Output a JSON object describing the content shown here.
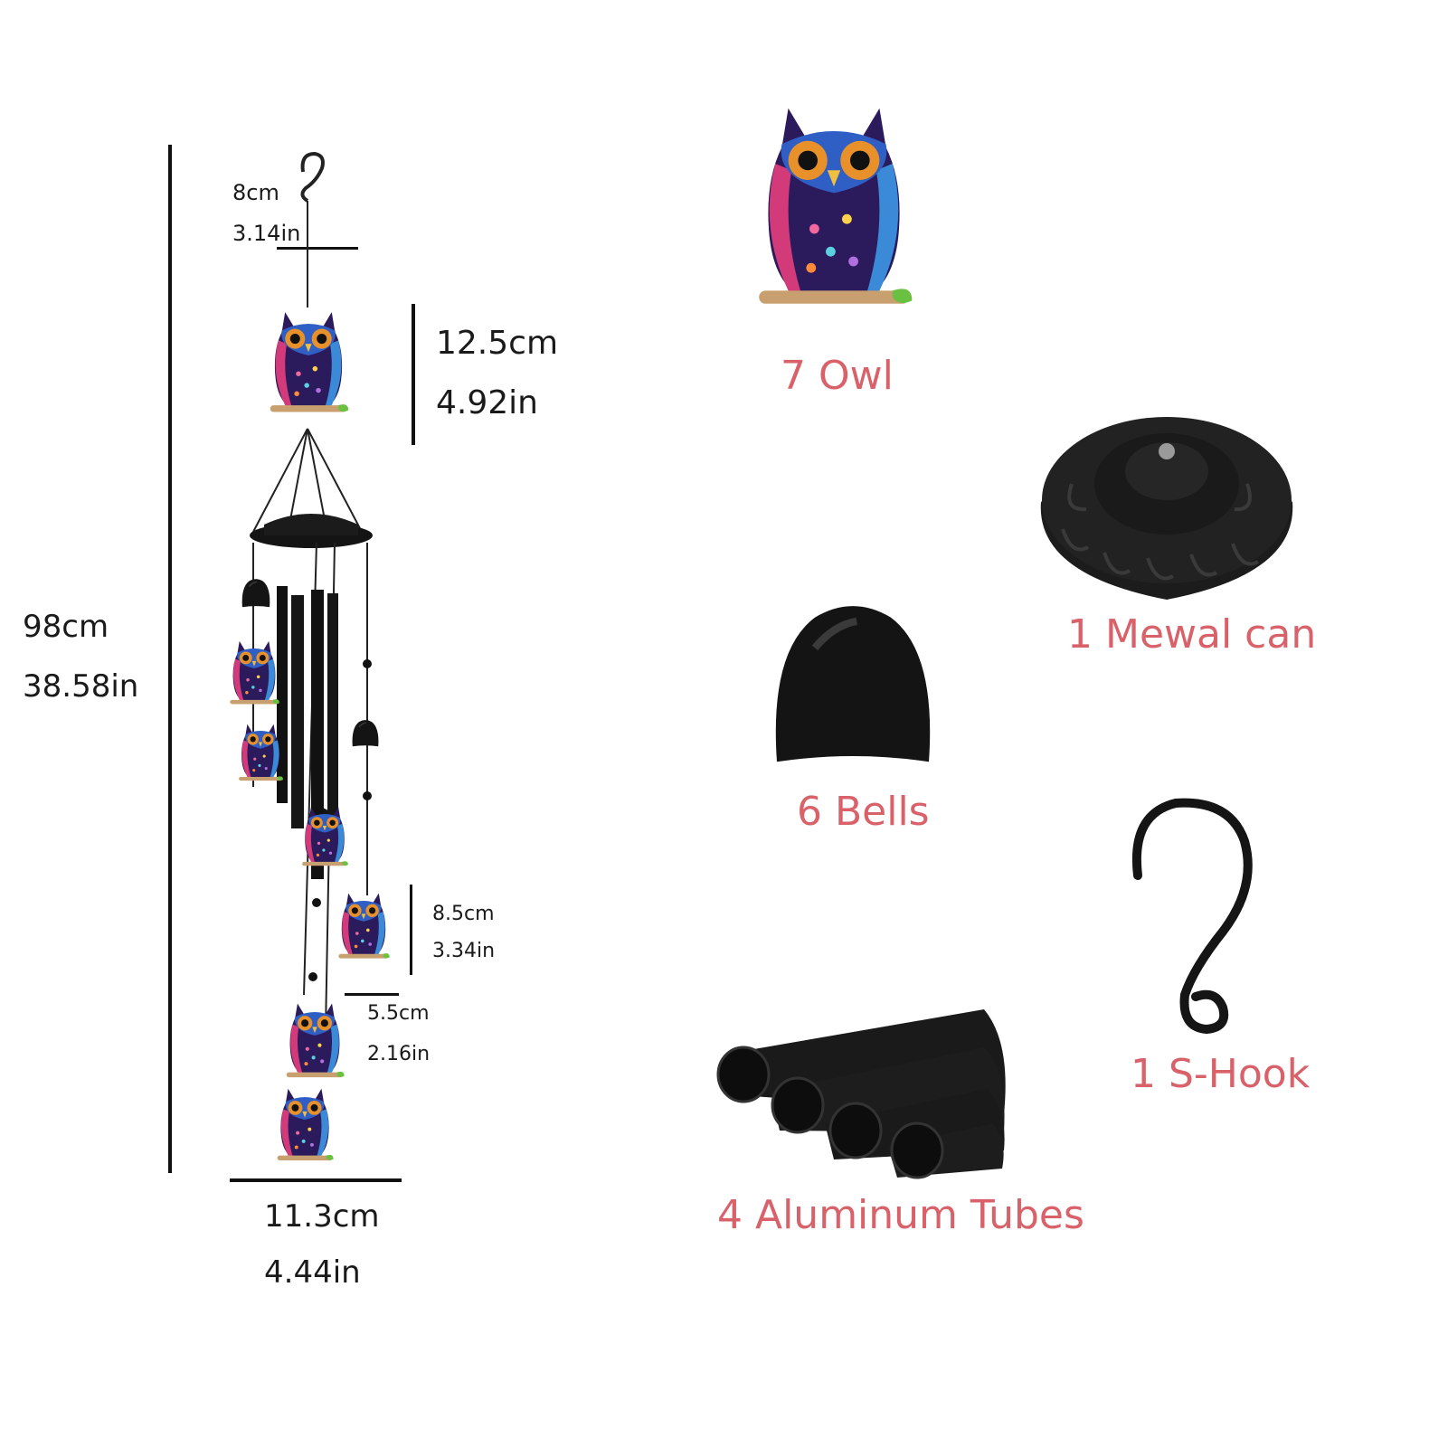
{
  "dimensions": {
    "hook": {
      "cm": "8cm",
      "in": "3.14in"
    },
    "top_owl": {
      "cm": "12.5cm",
      "in": "4.92in"
    },
    "total_length": {
      "cm": "98cm",
      "in": "38.58in"
    },
    "small_owl_height": {
      "cm": "8.5cm",
      "in": "3.34in"
    },
    "small_owl_width": {
      "cm": "5.5cm",
      "in": "2.16in"
    },
    "width": {
      "cm": "11.3cm",
      "in": "4.44in"
    }
  },
  "parts": {
    "owl": "7 Owl",
    "cap": "1 Mewal can",
    "bells": "6 Bells",
    "hook": "1 S-Hook",
    "tubes": "4 Aluminum Tubes"
  },
  "colors": {
    "label": "#d9616a",
    "metal": "#1b1b1b",
    "owl_blue": "#2f5fc4",
    "owl_purple": "#5a2a8a",
    "owl_orange": "#e8902a"
  }
}
